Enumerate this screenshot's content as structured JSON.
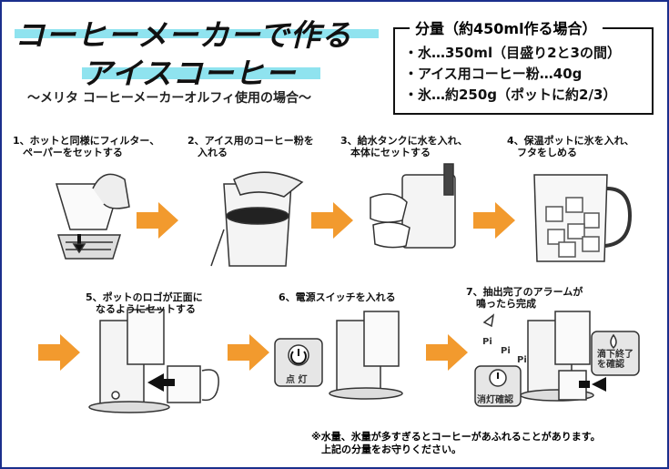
{
  "title": {
    "line1": "コーヒーメーカーで作る",
    "line2": "アイスコーヒー",
    "subtitle": "～メリタ コーヒーメーカーオルフィ使用の場合～"
  },
  "amounts": {
    "heading": "分量（約450ml作る場合）",
    "items": [
      "・水…350ml（目盛り2と3の間）",
      "・アイス用コーヒー粉…40g",
      "・氷…約250g（ポットに約2/3）"
    ]
  },
  "steps": [
    {
      "caption": "1、ホットと同様にフィルター、\n　ペーパーをセットする"
    },
    {
      "caption": "2、アイス用のコーヒー粉を\n　入れる"
    },
    {
      "caption": "3、給水タンクに水を入れ、\n　本体にセットする"
    },
    {
      "caption": "4、保温ポットに氷を入れ、\n　フタをしめる"
    },
    {
      "caption": "5、ポットのロゴが正面に\n　なるようにセットする"
    },
    {
      "caption": "6、電源スイッチを入れる"
    },
    {
      "caption": "7、抽出完了のアラームが\n　鳴ったら完成"
    }
  ],
  "labels": {
    "power_on": "点 灯",
    "light_off": "消灯確認",
    "drip_end": "滴下終了\nを確認",
    "alarm": "Pi"
  },
  "note": "※水量、氷量が多すぎるとコーヒーがあふれることがあります。\n　上記の分量をお守りください。",
  "colors": {
    "arrow": "#f29a2e",
    "highlight": "#8fe3ef",
    "border": "#1b2f8c"
  }
}
